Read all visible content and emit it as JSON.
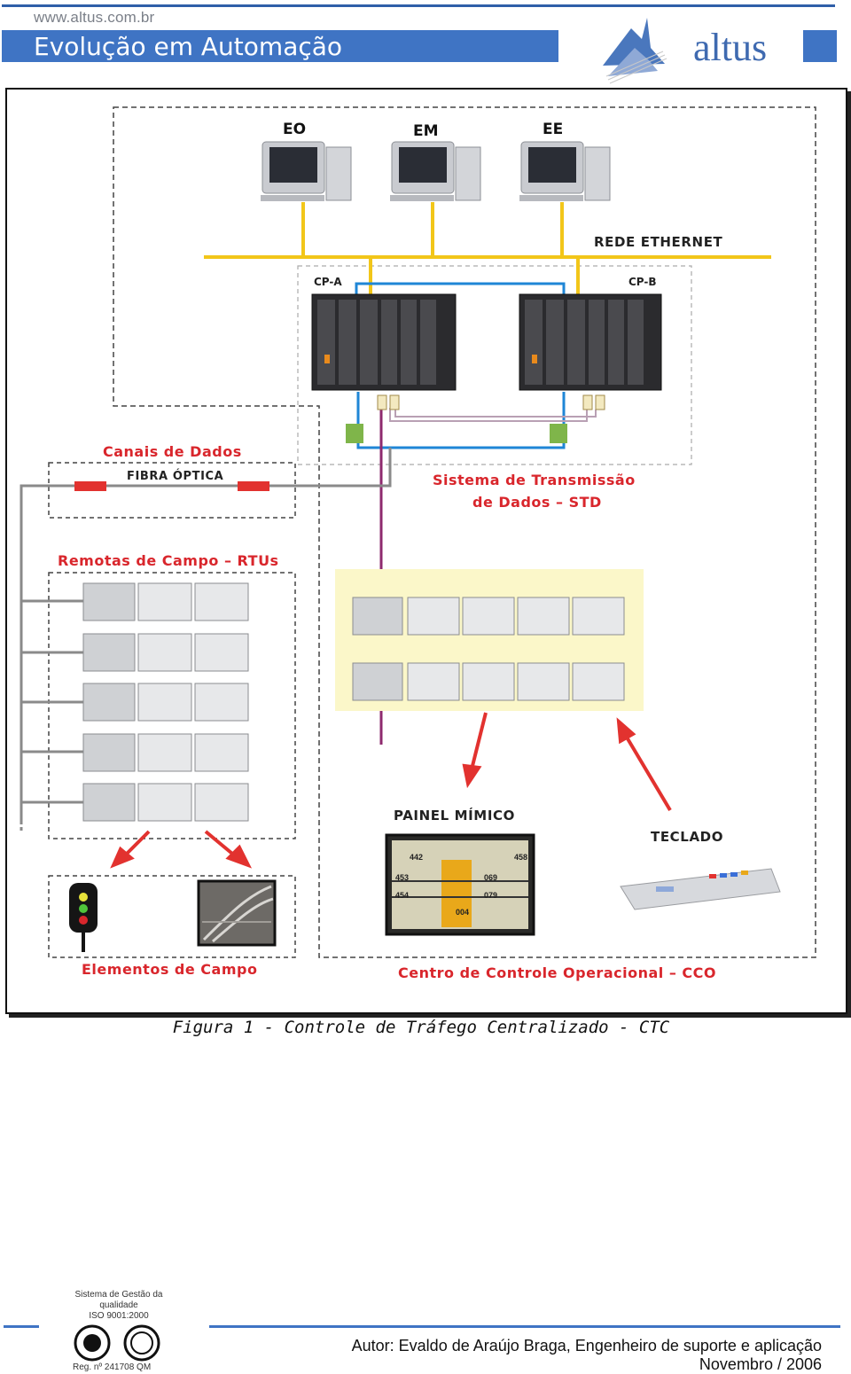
{
  "header": {
    "url": "www.altus.com.br",
    "title": "Evolução em Automação",
    "brand": "altus"
  },
  "figure": {
    "workstations": [
      "EO",
      "EM",
      "EE"
    ],
    "network_label": "REDE ETHERNET",
    "cpu_a": "CP-A",
    "cpu_b": "CP-B",
    "data_channels": "Canais de Dados",
    "fiber": "FIBRA ÓPTICA",
    "std_line1": "Sistema de Transmissão",
    "std_line2": "de Dados – STD",
    "rtus": "Remotas de Campo – RTUs",
    "mimic_panel": "PAINEL MÍMICO",
    "keyboard": "TECLADO",
    "field_elements": "Elementos de Campo",
    "cco": "Centro de Controle Operacional – CCO",
    "mimic_codes": [
      "442",
      "458",
      "453",
      "069",
      "454",
      "079",
      "004"
    ]
  },
  "caption": "Figura 1 - Controle de Tráfego Centralizado - CTC",
  "footer": {
    "cert_line1": "Sistema de Gestão da",
    "cert_line2": "qualidade",
    "cert_line3": "ISO 9001:2000",
    "reg": "Reg. nº 241708 QM",
    "author": "Autor: Evaldo de Araújo Braga,  Engenheiro de suporte e aplicação",
    "date": "Novembro / 2006"
  },
  "colors": {
    "brand_blue": "#3f74c4",
    "label_red": "#d9262c",
    "ethernet_yellow": "#f2c619",
    "link_blue": "#1f86d6",
    "link_purple": "#8e2a6e"
  }
}
